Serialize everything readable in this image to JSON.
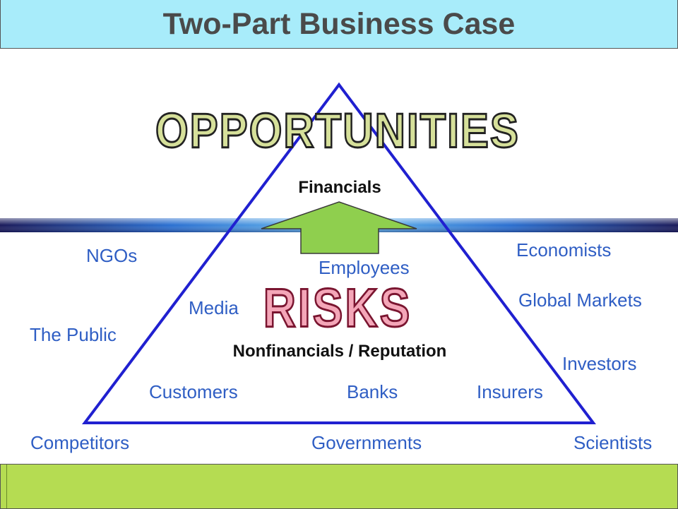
{
  "title": "Two-Part Business Case",
  "banner_top": "OPPORTUNITIES",
  "banner_bottom": "RISKS",
  "pyramid": {
    "top_label": "Financials",
    "bottom_label": "Nonfinancials / Reputation"
  },
  "stakeholders": {
    "ngos": "NGOs",
    "economists": "Economists",
    "employees": "Employees",
    "media": "Media",
    "global_markets": "Global Markets",
    "the_public": "The Public",
    "investors": "Investors",
    "customers": "Customers",
    "banks": "Banks",
    "insurers": "Insurers",
    "competitors": "Competitors",
    "governments": "Governments",
    "scientists": "Scientists"
  },
  "colors": {
    "title_bg": "#a8ecfa",
    "footer_bg": "#b5dc52",
    "label_blue": "#2f5ec4",
    "triangle_stroke": "#2020d0",
    "arrow_fill": "#8fcf4e",
    "opportunities_fill": "#d6e09a",
    "risks_fill": "#f4a6b8"
  }
}
